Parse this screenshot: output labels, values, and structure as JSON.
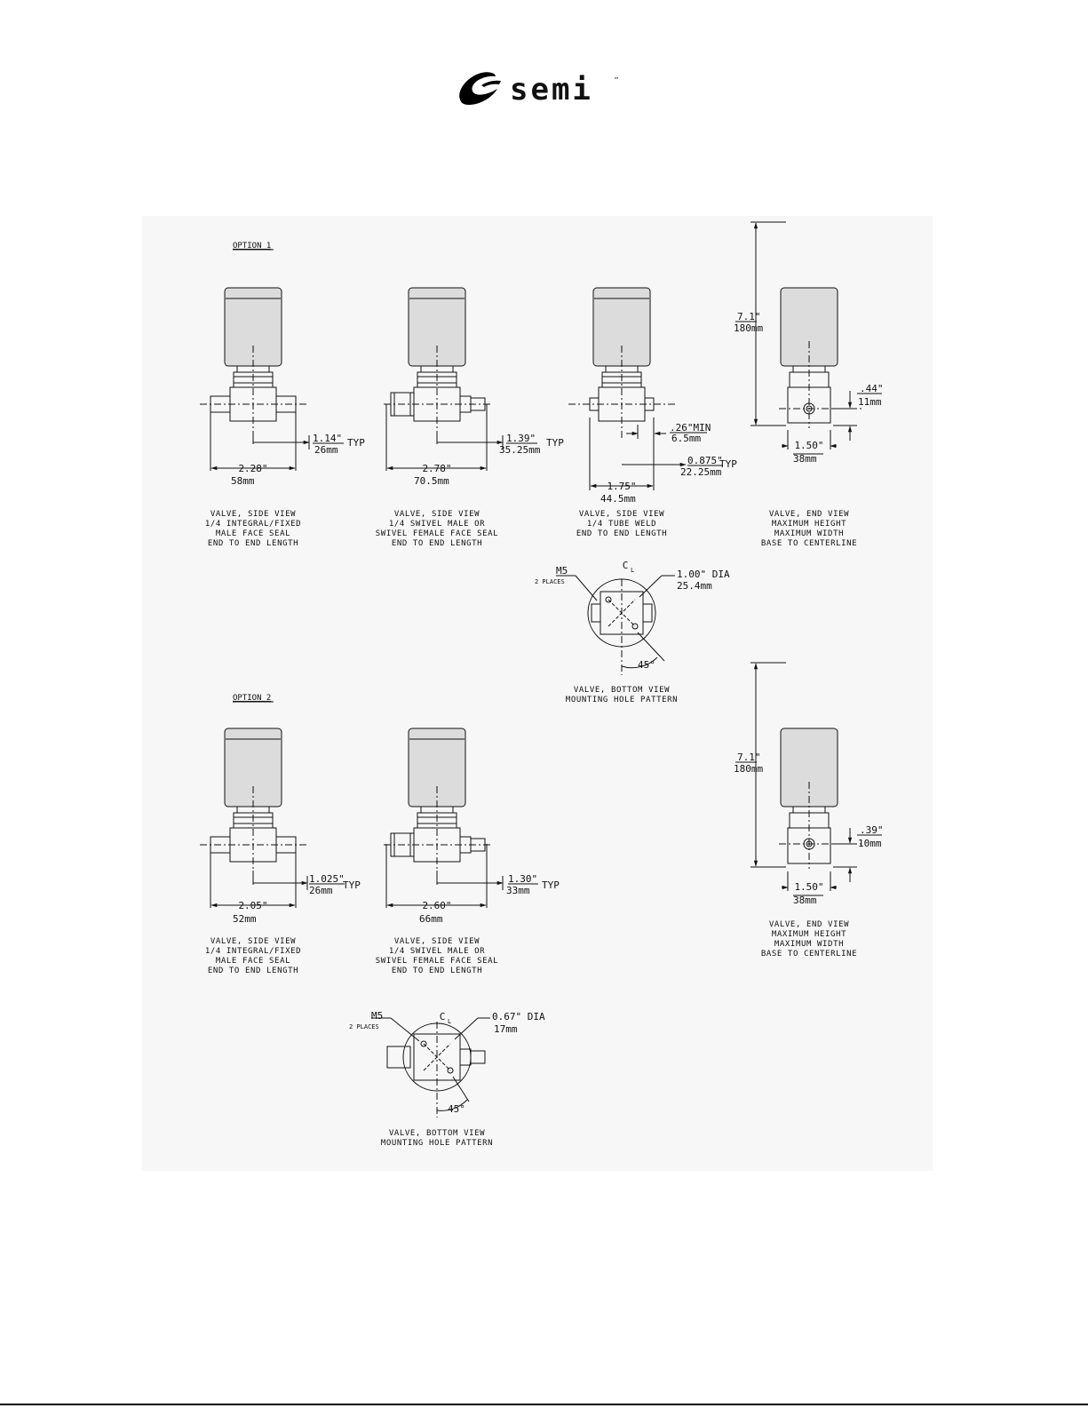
{
  "logo": {
    "brand": "semi",
    "trademark": "™",
    "icon": "semi-swoosh-icon"
  },
  "colors": {
    "drawing_bg": "#f7f7f7",
    "actuator_fill": "#dcdcdc",
    "ink": "#111111"
  },
  "options": {
    "option1": "OPTION 1",
    "option2": "OPTION 2"
  },
  "caps": {
    "o1a": [
      "VALVE, SIDE VIEW",
      "1/4 INTEGRAL/FIXED",
      "MALE FACE SEAL",
      "END TO END LENGTH"
    ],
    "o1b": [
      "VALVE, SIDE VIEW",
      "1/4 SWIVEL MALE OR",
      "SWIVEL FEMALE FACE SEAL",
      "END TO END LENGTH"
    ],
    "o1c": [
      "VALVE, SIDE VIEW",
      "1/4 TUBE WELD",
      "END TO END LENGTH"
    ],
    "o1d": [
      "VALVE, END VIEW",
      "MAXIMUM HEIGHT",
      "MAXIMUM WIDTH",
      "BASE TO CENTERLINE"
    ],
    "bot1": [
      "VALVE, BOTTOM VIEW",
      "MOUNTING HOLE PATTERN"
    ],
    "o2a": [
      "VALVE, SIDE VIEW",
      "1/4 INTEGRAL/FIXED",
      "MALE FACE SEAL",
      "END TO END LENGTH"
    ],
    "o2b": [
      "VALVE, SIDE VIEW",
      "1/4 SWIVEL MALE OR",
      "SWIVEL FEMALE FACE SEAL",
      "END TO END LENGTH"
    ],
    "o2d": [
      "VALVE, END VIEW",
      "MAXIMUM HEIGHT",
      "MAXIMUM WIDTH",
      "BASE TO CENTERLINE"
    ],
    "bot2": [
      "VALVE, BOTTOM VIEW",
      "MOUNTING HOLE PATTERN"
    ]
  },
  "dims": {
    "o1a_half_in": "1.14\"",
    "o1a_half_mm": "26mm",
    "o1a_len_in": "2.28\"",
    "o1a_len_mm": "58mm",
    "o1b_half_in": "1.39\"",
    "o1b_half_mm": "35.25mm",
    "o1b_len_in": "2.78\"",
    "o1b_len_mm": "70.5mm",
    "o1c_min_in": ".26\"MIN",
    "o1c_min_mm": "6.5mm",
    "o1c_half_in": "0.875\"",
    "o1c_half_mm": "22.25mm",
    "o1c_len_in": "1.75\"",
    "o1c_len_mm": "44.5mm",
    "o1d_h_in": "7.1\"",
    "o1d_h_mm": "180mm",
    "o1d_base_in": ".44\"",
    "o1d_base_mm": "11mm",
    "o1d_w_in": "1.50\"",
    "o1d_w_mm": "38mm",
    "bot1_hole": "M5",
    "bot1_places": "2 PLACES",
    "bot1_dia_in": "1.00\" DIA",
    "bot1_dia_mm": "25.4mm",
    "bot1_angle": "45°",
    "o2a_half_in": "1.025\"",
    "o2a_half_mm": "26mm",
    "o2a_len_in": "2.05\"",
    "o2a_len_mm": "52mm",
    "o2b_half_in": "1.30\"",
    "o2b_half_mm": "33mm",
    "o2b_len_in": "2.60\"",
    "o2b_len_mm": "66mm",
    "o2d_h_in": "7.1\"",
    "o2d_h_mm": "180mm",
    "o2d_base_in": ".39\"",
    "o2d_base_mm": "10mm",
    "o2d_w_in": "1.50\"",
    "o2d_w_mm": "38mm",
    "bot2_hole": "M5",
    "bot2_places": "2 PLACES",
    "bot2_dia_in": "0.67\" DIA",
    "bot2_dia_mm": "17mm",
    "bot2_angle": "45°",
    "typ": "TYP",
    "cl": "C",
    "cl_sub": "L"
  }
}
